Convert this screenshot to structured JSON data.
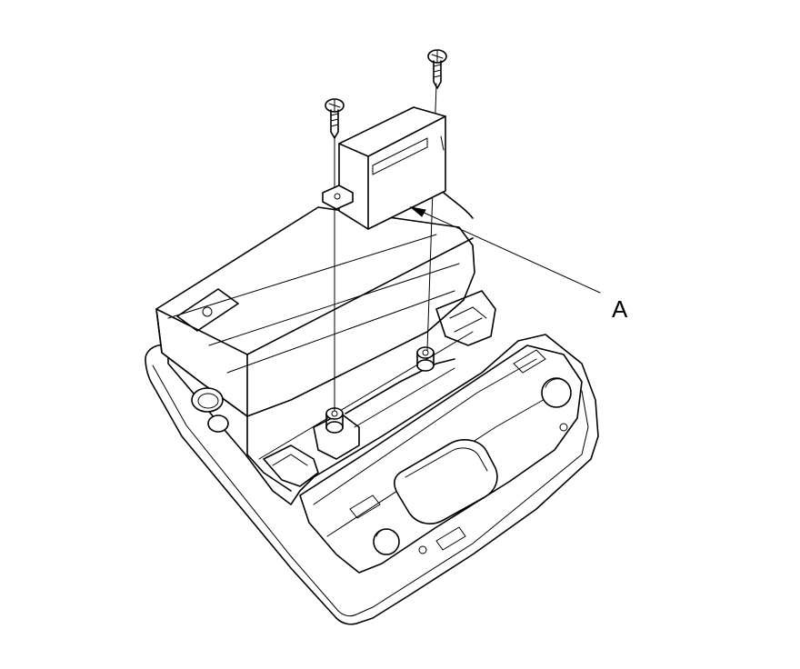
{
  "callout": {
    "label": "A"
  },
  "parts": {
    "screw_left": "screw-icon",
    "screw_right": "screw-icon",
    "module": "control-unit",
    "housing": "overhead-console-housing"
  }
}
